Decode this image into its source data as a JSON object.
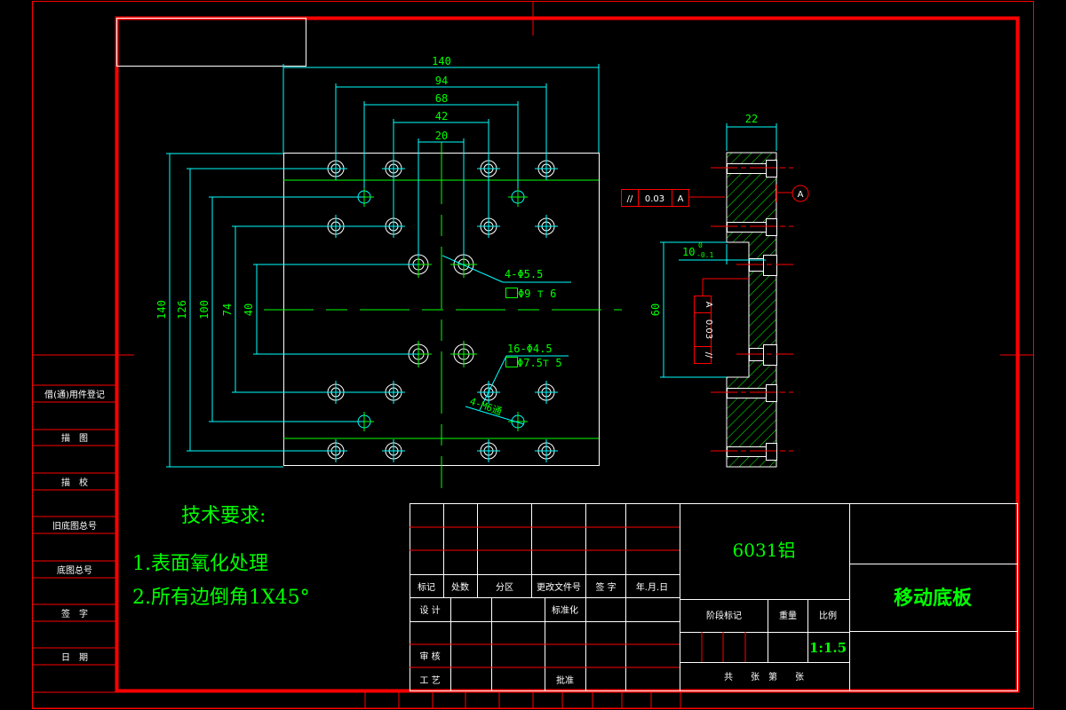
{
  "drawing": {
    "title": "移动底板",
    "material": "6031铝",
    "scale": "1:1.5",
    "colors": {
      "background": "#000000",
      "frame": "#ff0000",
      "outline": "#ffffff",
      "dimension": "#00ffff",
      "text": "#00ff00",
      "hatch": "#00ff00",
      "centerline": "#00ff00",
      "gdt": "#ff0000"
    }
  },
  "left_strip": {
    "labels": [
      "借(通)用件登记",
      "描　图",
      "描　校",
      "旧底图总号",
      "底图总号",
      "签　字",
      "日　期"
    ]
  },
  "tech_requirements": {
    "heading": "技术要求:",
    "items": [
      "1.表面氧化处理",
      "2.所有边倒角1X45°"
    ]
  },
  "title_block": {
    "revision_headers": [
      "标记",
      "处数",
      "分区",
      "更改文件号",
      "签 字",
      "年.月.日"
    ],
    "roles": {
      "design": "设 计",
      "standardize": "标准化",
      "review": "审 核",
      "process": "工 艺",
      "approve": "批准"
    },
    "stage_mark": "阶段标记",
    "weight": "重量",
    "scale_label": "比例",
    "sheets": "共　　张　第　　张"
  },
  "top_view": {
    "horizontal_dims": [
      "140",
      "94",
      "68",
      "42",
      "20"
    ],
    "vertical_dims": [
      "140",
      "126",
      "100",
      "74",
      "40"
    ],
    "callouts": {
      "counterbore_a_hole": "4-Φ5.5",
      "counterbore_a_spec": "Φ9 ⊤ 6",
      "counterbore_b_hole": "16-Φ4.5",
      "counterbore_b_spec": "Φ7.5⊤ 5",
      "thread": "4-M6通"
    }
  },
  "side_view": {
    "thickness_dim": "22",
    "pocket_depth_dim": "10",
    "pocket_depth_tol_upper": "0",
    "pocket_depth_tol_lower": "-0.1",
    "pocket_height_dim": "60",
    "gdt_frames": [
      {
        "symbol": "//",
        "tolerance": "0.03",
        "datum": "A"
      },
      {
        "symbol": "//",
        "tolerance": "0.03",
        "datum": "A"
      }
    ],
    "datum_label": "A"
  }
}
